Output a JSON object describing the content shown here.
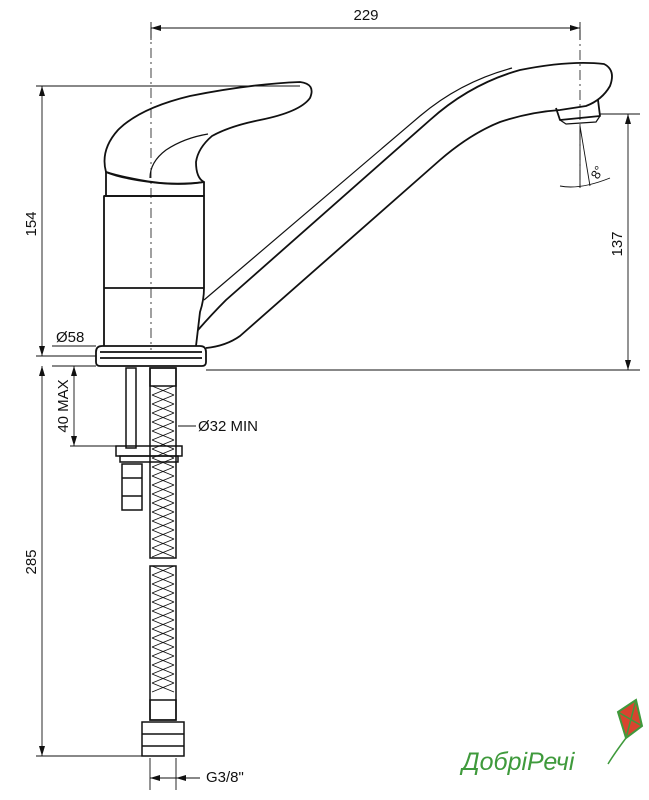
{
  "dimensions": {
    "spout_reach": "229",
    "total_height": "154",
    "aerator_height": "137",
    "base_diameter": "Ø58",
    "max_countertop": "40 MAX",
    "min_hole": "Ø32 MIN",
    "hose_length": "285",
    "thread": "G3/8\"",
    "spout_angle": "8°"
  },
  "logo": {
    "text": "ДобріРечі",
    "primary_color": "#3f9a3c",
    "accent_color": "#d8442f"
  },
  "colors": {
    "line": "#111111",
    "background": "#ffffff"
  }
}
